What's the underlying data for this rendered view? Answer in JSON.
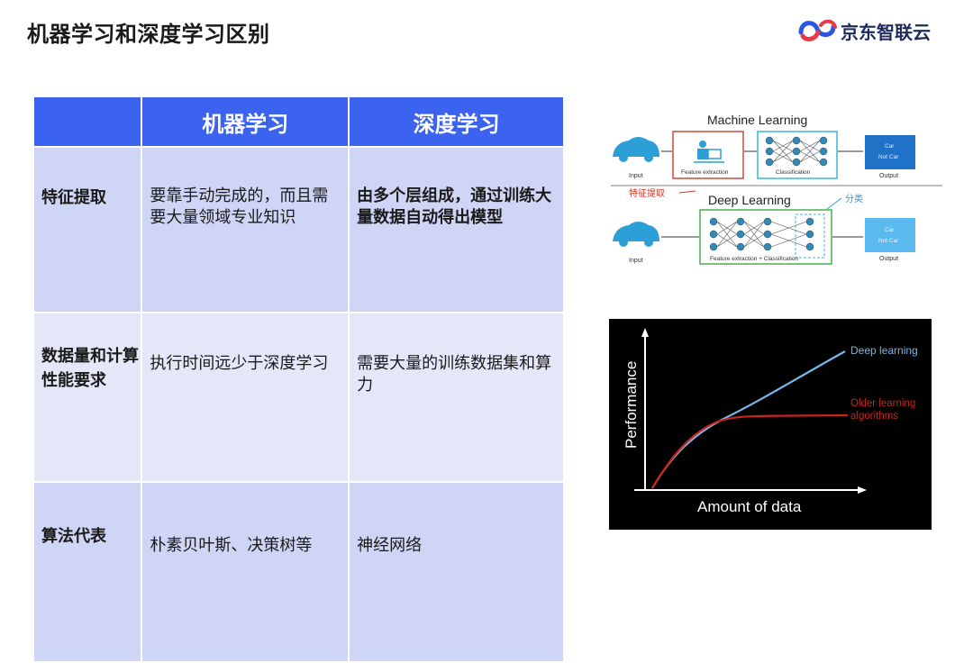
{
  "title": "机器学习和深度学习区别",
  "logo": {
    "text": "京东智联云",
    "colors": {
      "red": "#e83a4a",
      "blue": "#2b55e5"
    }
  },
  "table": {
    "header": [
      "",
      "机器学习",
      "深度学习"
    ],
    "rows": [
      {
        "label": "特征提取",
        "ml": "要靠手动完成的，而且需要大量领域专业知识",
        "dl": "由多个层组成，通过训练大量数据自动得出模型"
      },
      {
        "label": "数据量和计算性能要求",
        "ml": "执行时间远少于深度学习",
        "dl": "需要大量的训练数据集和算力"
      },
      {
        "label": "算法代表",
        "ml": "朴素贝叶斯、决策树等",
        "dl": "神经网络"
      }
    ],
    "colors": {
      "header": "#3b63f0",
      "row_dark": "#cfd5f4",
      "row_light": "#e4e7f8"
    }
  },
  "ml_diagram": {
    "ml_title": "Machine Learning",
    "dl_title": "Deep Learning",
    "input": "Input",
    "feature_extraction": "Feature extraction",
    "classification": "Classification",
    "combined": "Feature extraction + Classification",
    "car": "Car",
    "not_car": "Not Car",
    "output": "Output",
    "annotation_feature": "特征提取",
    "annotation_classify": "分类"
  },
  "chart_data": {
    "type": "line",
    "xlabel": "Amount of data",
    "ylabel": "Performance",
    "series": [
      {
        "name": "Deep learning",
        "color": "#6aa8e0"
      },
      {
        "name": "Older learning algorithms",
        "color": "#c8251e"
      }
    ]
  }
}
